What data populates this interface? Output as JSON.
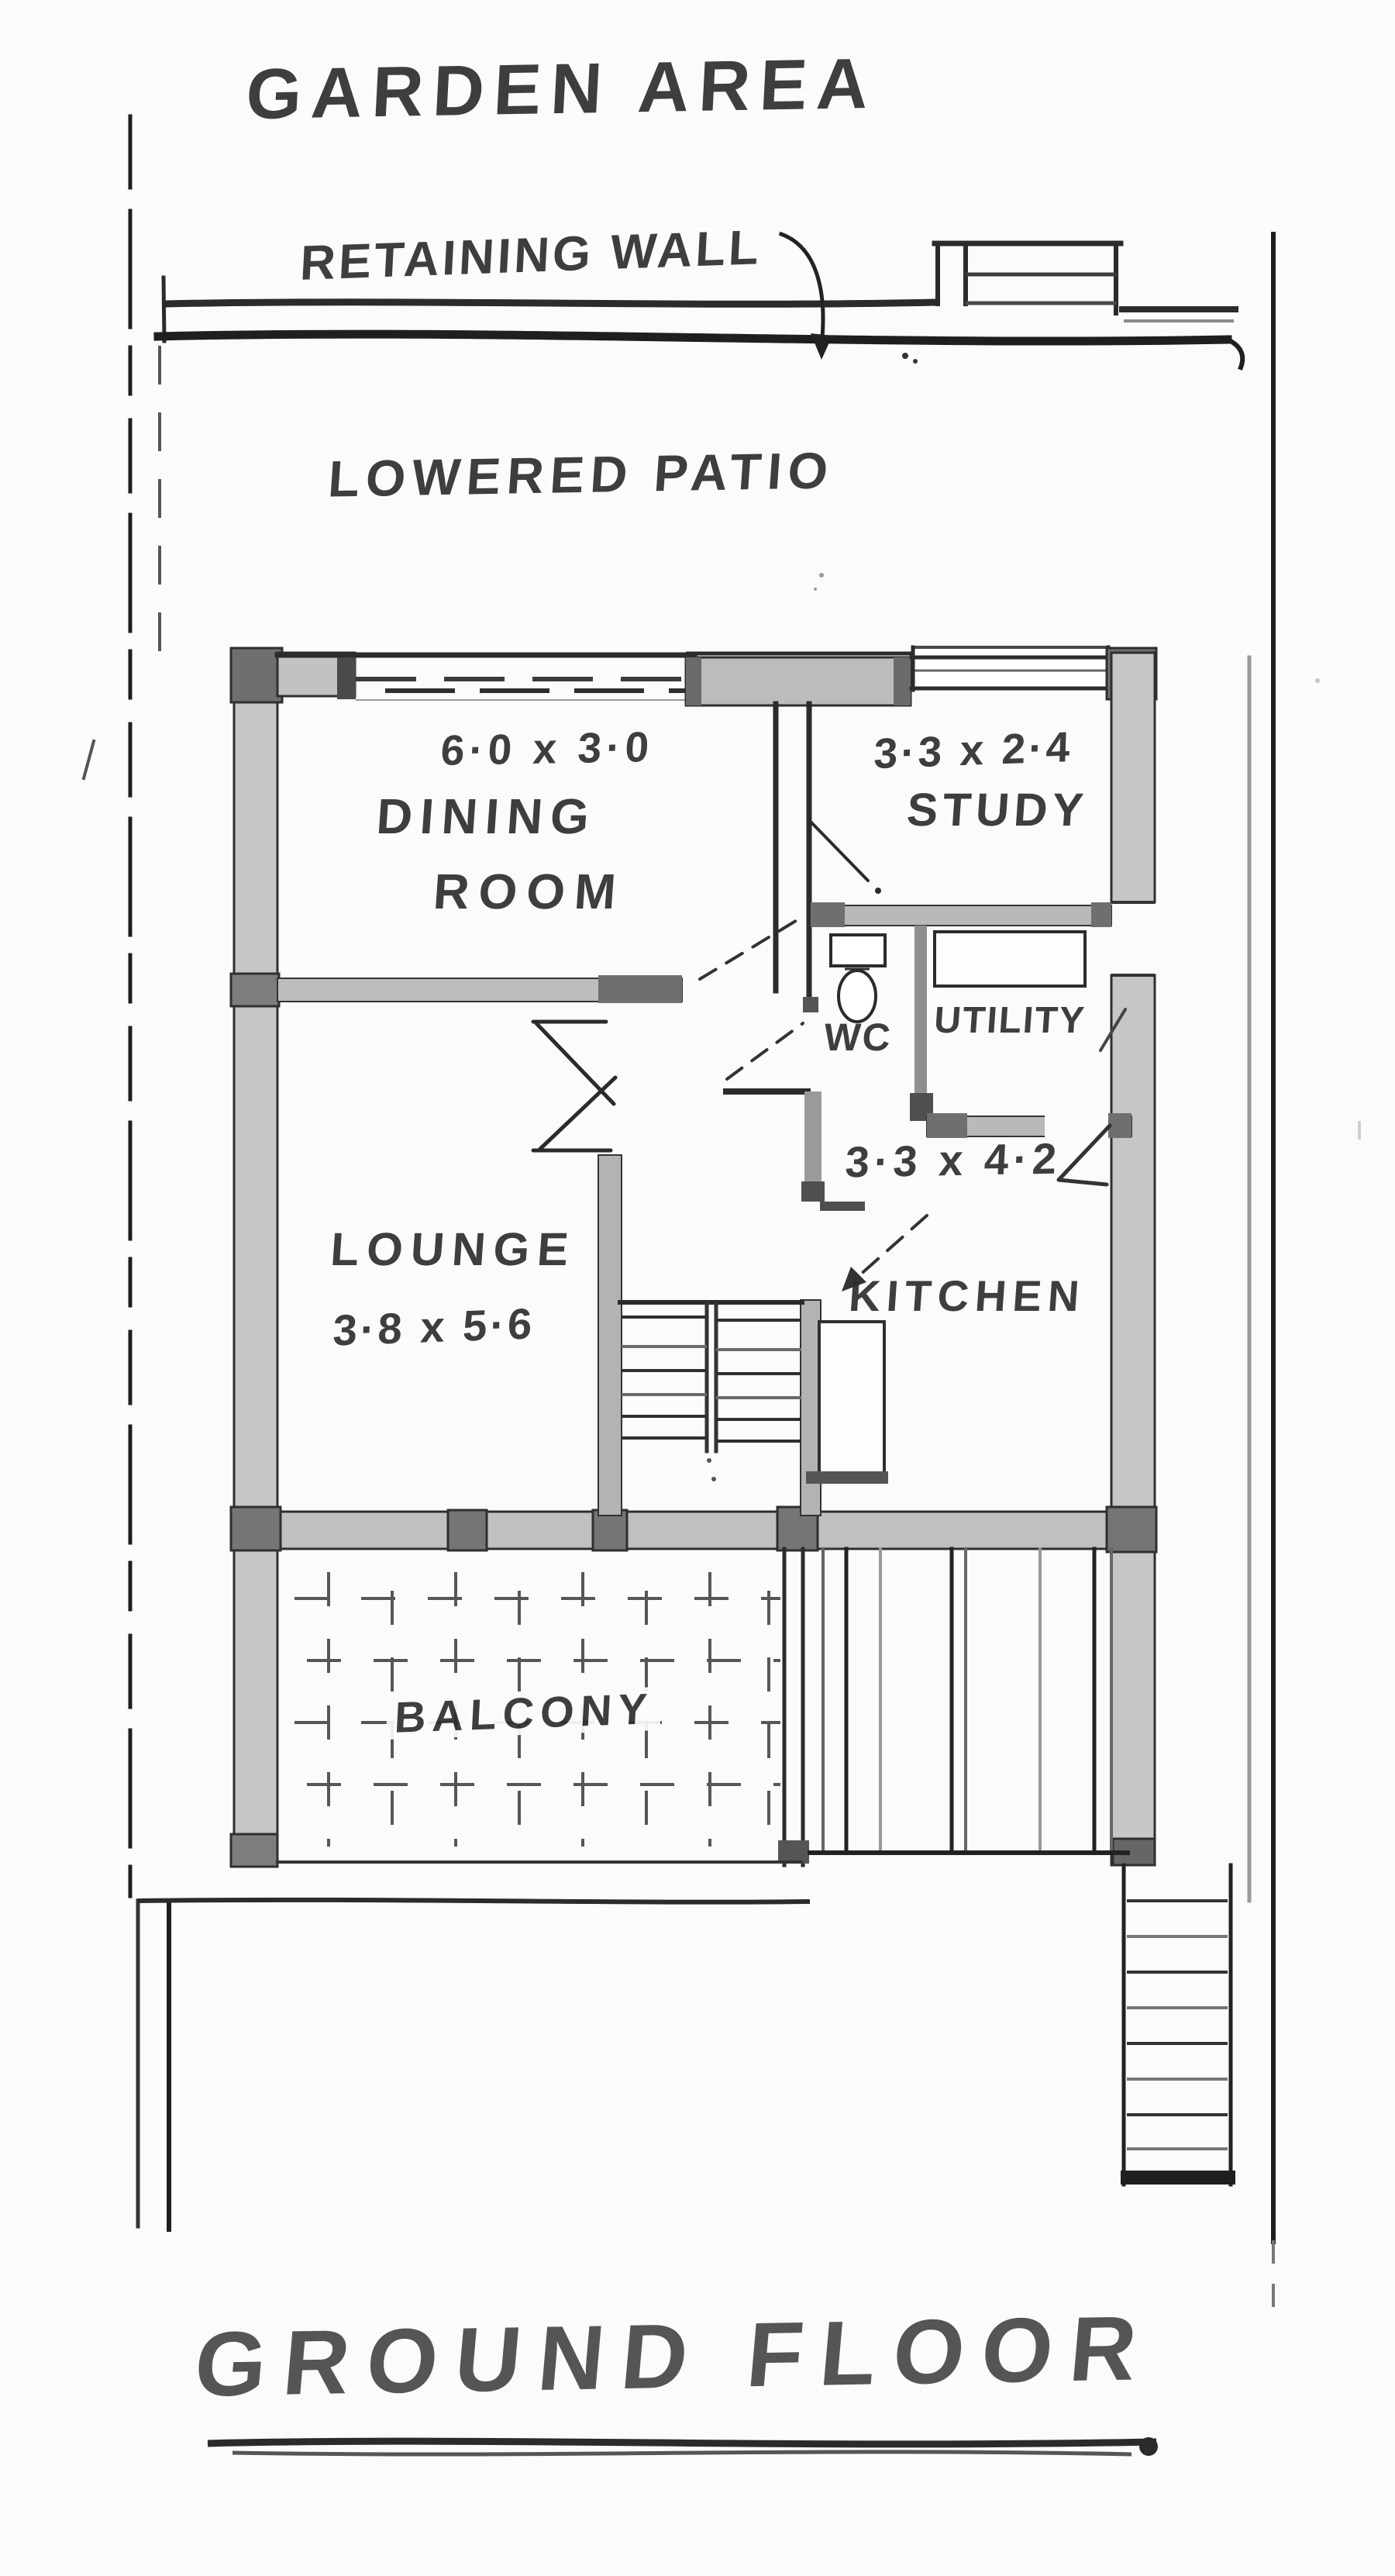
{
  "site": {
    "garden_label": "GARDEN AREA",
    "retaining_wall_label": "RETAINING WALL",
    "patio_label": "LOWERED PATIO",
    "floor_title": "GROUND FLOOR"
  },
  "rooms": {
    "dining": {
      "dims": "6·0 x 3·0",
      "line1": "DINING",
      "line2": "ROOM"
    },
    "study": {
      "dims": "3·3 x 2·4",
      "name": "STUDY"
    },
    "wc": {
      "name": "WC"
    },
    "utility": {
      "name": "UTILITY"
    },
    "kitchen": {
      "dims": "3·3 x 4·2",
      "name": "KITCHEN"
    },
    "lounge": {
      "name": "LOUNGE",
      "dims": "3·8 x 5·6"
    },
    "balcony": {
      "name": "BALCONY"
    }
  },
  "colors": {
    "ink": "#2b2b2b",
    "pencil_mid": "#6f6f6f",
    "wall_fill": "#c6c6c6",
    "paper": "#fbfbfa"
  }
}
